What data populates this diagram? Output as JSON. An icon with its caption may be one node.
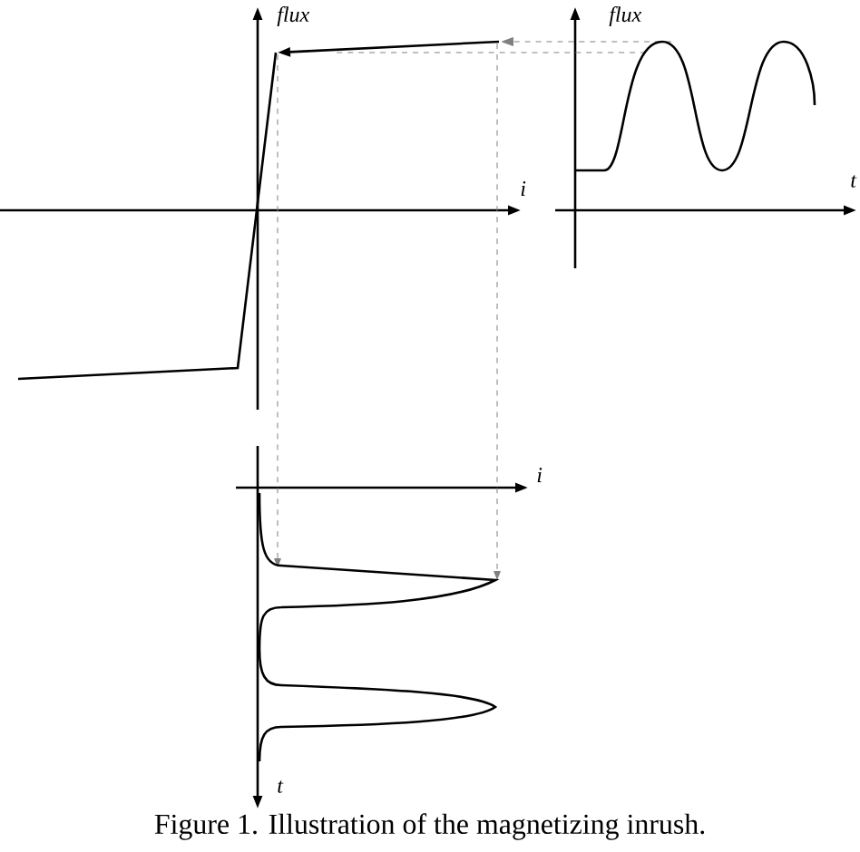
{
  "diagram": {
    "caption": "Figure 1. Illustration of the magnetizing inrush.",
    "labels": [
      "flux",
      "flux",
      "i",
      "t",
      "i",
      "t"
    ]
  }
}
